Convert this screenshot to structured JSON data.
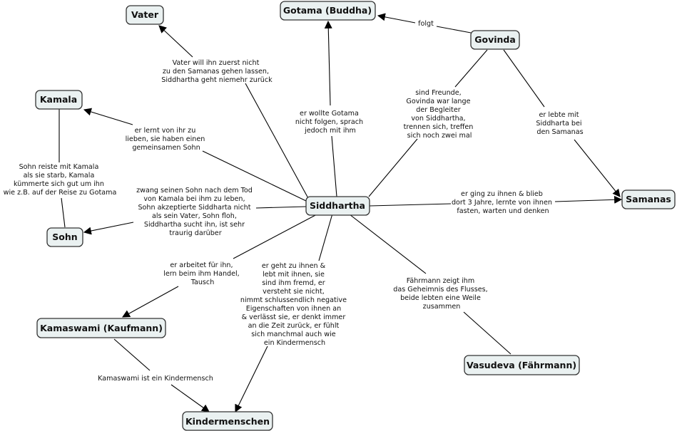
{
  "nodes": {
    "vater": "Vater",
    "gotama": "Gotama (Buddha)",
    "govinda": "Govinda",
    "kamala": "Kamala",
    "siddhartha": "Siddhartha",
    "samanas": "Samanas",
    "sohn": "Sohn",
    "kamaswami": "Kamaswami (Kaufmann)",
    "vasudeva": "Vasudeva (Fährmann)",
    "kindermenschen": "Kindermenschen"
  },
  "edges": {
    "govinda_gotama": [
      "folgt"
    ],
    "sid_vater": [
      "Vater will ihn zuerst nicht",
      "zu den Samanas gehen lassen,",
      "Siddhartha geht niemehr zurück"
    ],
    "sid_gotama": [
      "er wollte Gotama",
      "nicht folgen, sprach",
      "jedoch mit ihm"
    ],
    "govinda_sid": [
      "sind Freunde,",
      "Govinda war lange",
      "der Begleiter",
      "von Siddhartha,",
      "trennen sich, treffen",
      "sich noch zwei mal"
    ],
    "govinda_samanas": [
      "er lebte mit",
      "Siddharta bei",
      "den Samanas"
    ],
    "sid_kamala": [
      "er lernt von ihr zu",
      "lieben, sie haben einen",
      "gemeinsamen Sohn"
    ],
    "kamala_sohn": [
      "Sohn reiste mit Kamala",
      "als sie starb, Kamala",
      "kümmerte sich gut um ihn",
      "wie z.B. auf der Reise zu Gotama"
    ],
    "sid_sohn": [
      "zwang seinen Sohn nach dem Tod",
      "von Kamala bei ihm zu leben,",
      "Sohn akzeptierte Siddharta nicht",
      "als sein Vater, Sohn floh,",
      "Siddhartha sucht ihn, ist sehr",
      "traurig darüber"
    ],
    "sid_samanas": [
      "er ging zu ihnen & blieb",
      "dort 3 Jahre, lernte von ihnen",
      "fasten, warten und denken"
    ],
    "sid_kamaswami": [
      "er arbeitet für ihn,",
      "lern beim ihm Handel,",
      "Tausch"
    ],
    "sid_kinder": [
      "er geht zu ihnen &",
      "lebt mit ihnen, sie",
      "sind ihm fremd, er",
      "versteht sie nicht,",
      "nimmt schlussendlich negative",
      "Eigenschaften von ihnen an",
      "& verlässt sie, er denkt immer",
      "an die Zeit zurück, er fühlt",
      "sich manchmal auch wie",
      "ein Kindermensch"
    ],
    "sid_vasudeva": [
      "Fährmann zeigt ihm",
      "das Geheimnis des Flusses,",
      "beide lebten eine Weile",
      "zusammen"
    ],
    "kamaswami_kinder": [
      "Kamaswami ist ein Kindermensch"
    ]
  }
}
